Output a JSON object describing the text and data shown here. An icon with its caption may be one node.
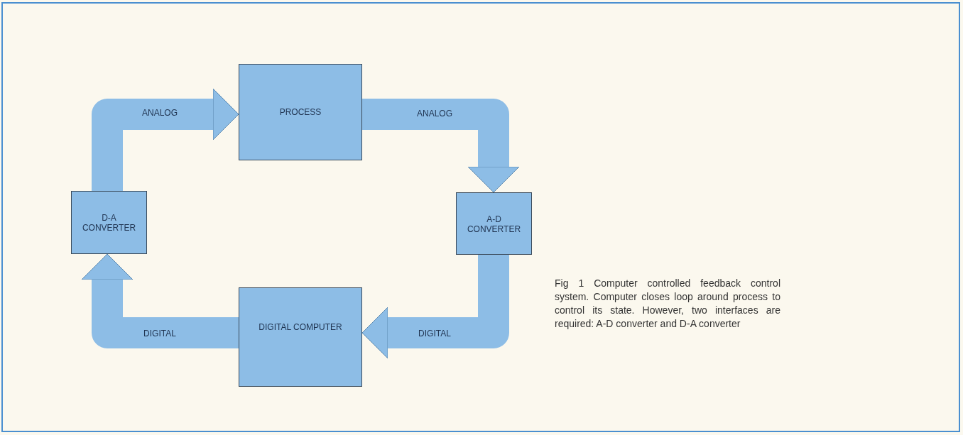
{
  "diagram": {
    "caption": "Fig 1 Computer controlled feedback control system. Computer closes loop around process to control its state. However, two interfaces are required: A-D converter and D-A converter",
    "nodes": [
      {
        "text": [
          "PROCESS"
        ]
      },
      {
        "text": [
          "A-D CONVERTER"
        ]
      },
      {
        "text": [
          "DIGITAL COMPUTER"
        ]
      },
      {
        "text": [
          "D-A CONVERTER"
        ]
      }
    ],
    "edges": [
      {
        "from": 0,
        "to": 1,
        "arrow": "to",
        "label": "ANALOG"
      },
      {
        "from": 1,
        "to": 2,
        "arrow": "to",
        "label": "DIGITAL"
      },
      {
        "from": 2,
        "to": 3,
        "arrow": "to",
        "label": "DIGITAL"
      },
      {
        "from": 3,
        "to": 0,
        "arrow": "to",
        "label": "ANALOG"
      }
    ]
  }
}
